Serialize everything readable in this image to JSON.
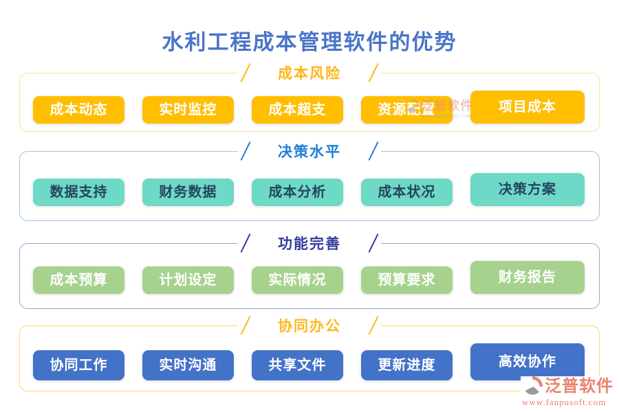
{
  "title": "水利工程成本管理软件的优势",
  "sections": [
    {
      "heading": "成本风险",
      "accent": "#ffb515",
      "border": "#ffe196",
      "button_bg": "#ffbe00",
      "button_fg": "#ffffff",
      "buttons": [
        "成本动态",
        "实时监控",
        "成本超支",
        "资源配置",
        "项目成本"
      ]
    },
    {
      "heading": "决策水平",
      "accent": "#1f7ed5",
      "border": "#9cc3e5",
      "button_bg": "#6ed9c6",
      "button_fg": "#24455e",
      "buttons": [
        "数据支持",
        "财务数据",
        "成本分析",
        "成本状况",
        "决策方案"
      ]
    },
    {
      "heading": "功能完善",
      "accent": "#323b9b",
      "border": "#9ca4cc",
      "button_bg": "#a7d28e",
      "button_fg": "#ffffff",
      "buttons": [
        "成本预算",
        "计划设定",
        "实际情况",
        "预算要求",
        "财务报告"
      ]
    },
    {
      "heading": "协同办公",
      "accent": "#fdb81e",
      "border": "#ffd76a",
      "button_bg": "#4372c9",
      "button_fg": "#ffffff",
      "buttons": [
        "协同工作",
        "实时沟通",
        "共享文件",
        "更新进度",
        "高效协作"
      ]
    }
  ],
  "watermark": {
    "text": "泛普软件",
    "url": "www.fanpusoft.com"
  },
  "logo": {
    "text": "泛普软件",
    "url": "www.fanpusoft.com",
    "color": "#e8836f"
  }
}
